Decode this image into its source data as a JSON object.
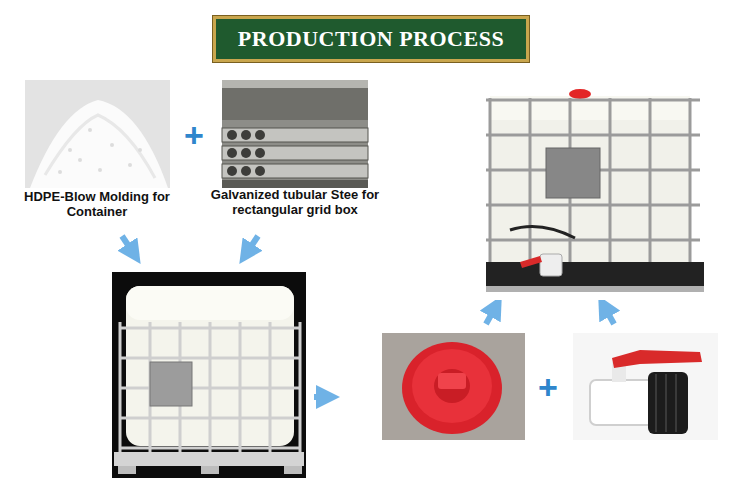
{
  "diagram": {
    "title": "PRODUCTION PROCESS",
    "nodes": [
      {
        "text": [
          "HDPE-Blow Molding for Container"
        ]
      },
      {
        "text": [
          "Galvanized tubular Stee for rectangular grid box"
        ]
      }
    ],
    "labels": [
      "+",
      "+"
    ]
  }
}
